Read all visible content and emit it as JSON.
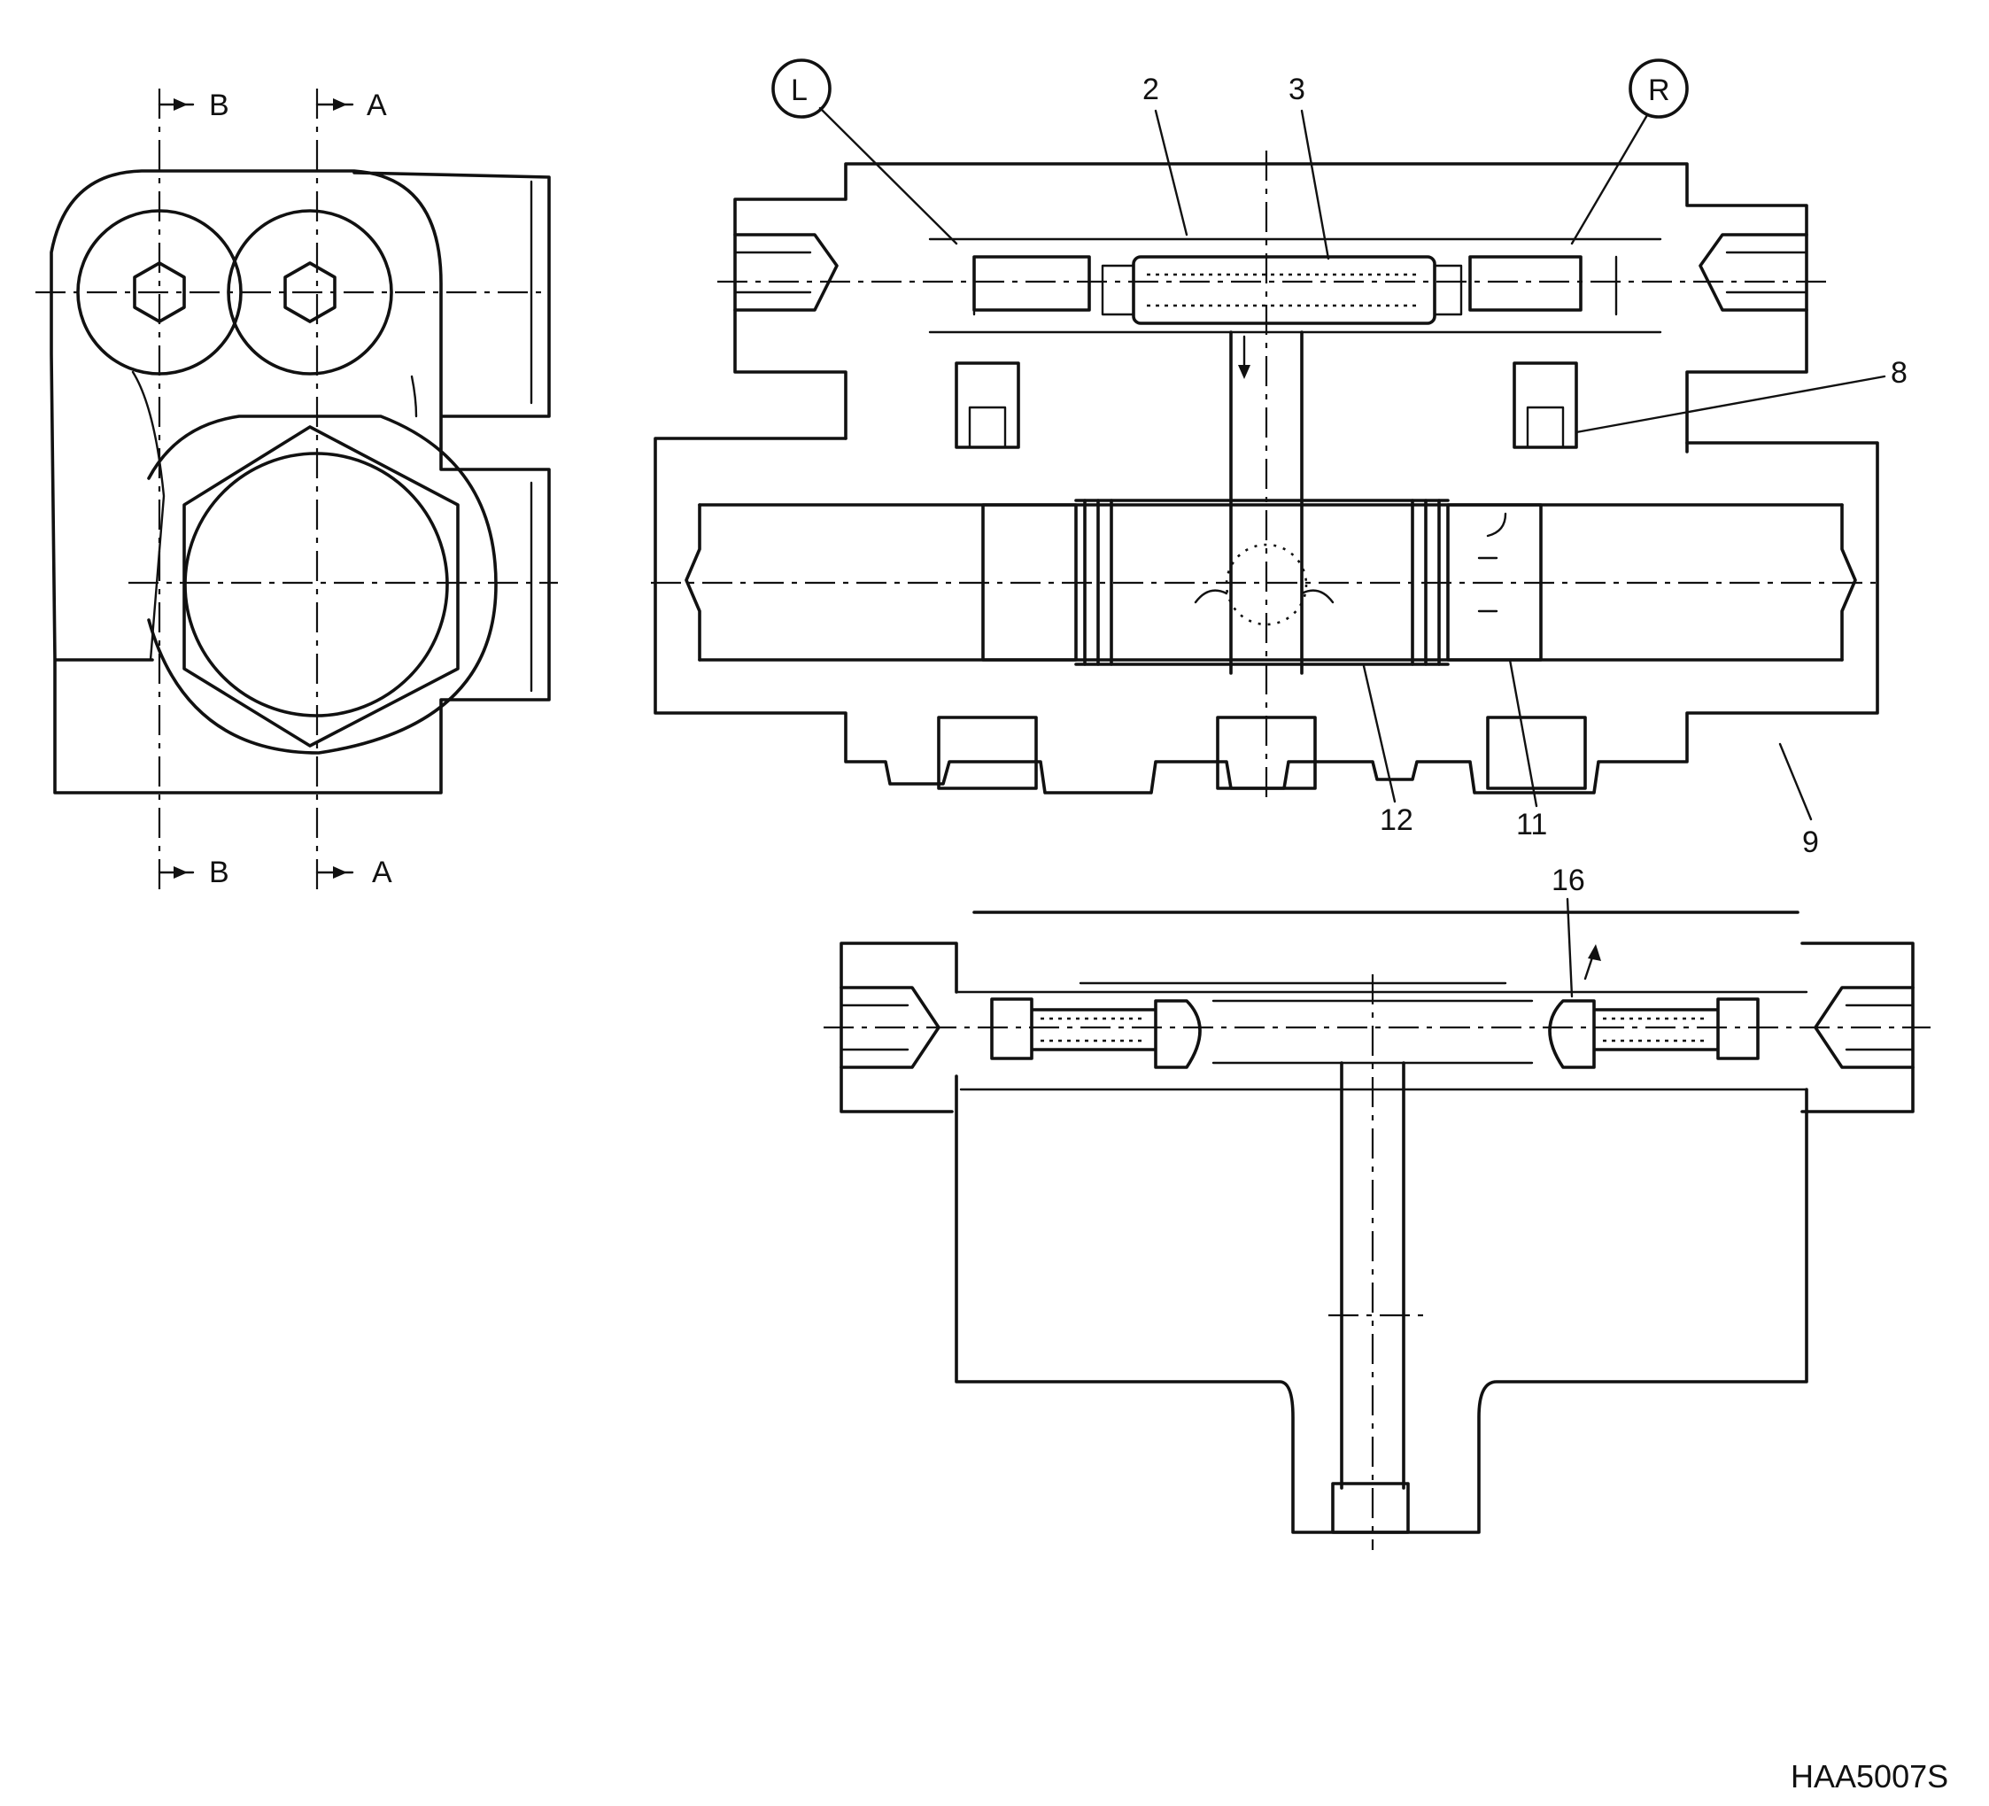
{
  "drawing_code": "HAA5007S",
  "section_marks": [
    {
      "id": "B",
      "label": "B"
    },
    {
      "id": "A",
      "label": "A"
    }
  ],
  "circled_labels": {
    "left": "L",
    "right": "R"
  },
  "callouts": {
    "c2": "2",
    "c3": "3",
    "c8": "8",
    "c9": "9",
    "c11": "11",
    "c12": "12",
    "c16": "16"
  }
}
